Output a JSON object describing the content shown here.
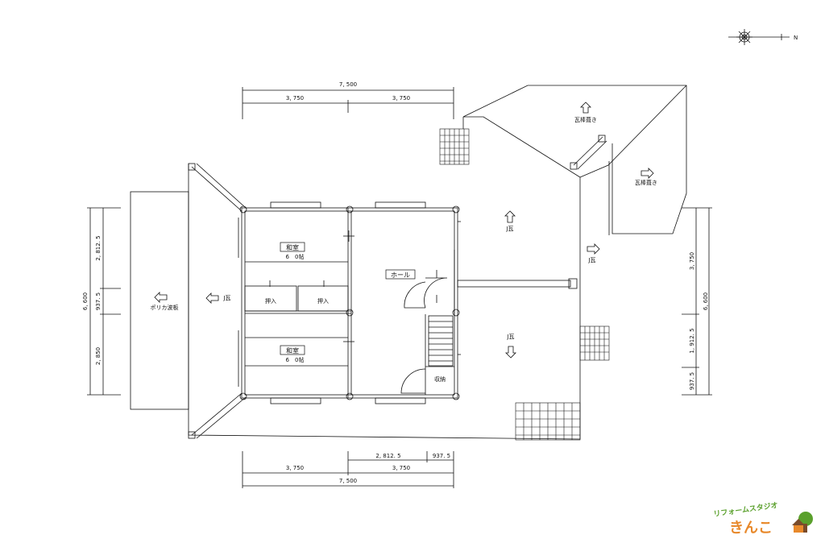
{
  "compass": {
    "north_label": "N"
  },
  "dimensions": {
    "top_total": "7, 500",
    "top_left": "3, 750",
    "top_right": "3, 750",
    "bottom_total": "7, 500",
    "bottom_left": "3, 750",
    "bottom_right": "3, 750",
    "bottom_upper_a": "2, 812. 5",
    "bottom_upper_b": "937. 5",
    "left_total": "6, 600",
    "left_a": "2, 812. 5",
    "left_b": "937. 5",
    "left_c": "2, 850",
    "right_total": "6, 600",
    "right_a": "3, 750",
    "right_b": "1, 912. 5",
    "right_c": "937. 5"
  },
  "rooms": {
    "washitsu_upper": {
      "name": "和室",
      "size": "6　0帖"
    },
    "washitsu_lower": {
      "name": "和室",
      "size": "6　0帖"
    },
    "oshiire_left": "押入",
    "oshiire_right": "押入",
    "hall": "ホール",
    "storage": "収納"
  },
  "roof_labels": {
    "kawara_top": "瓦棒葺き",
    "kawara_right": "瓦棒葺き",
    "j_center_top": "J瓦",
    "j_right": "J瓦",
    "j_left": "J瓦",
    "j_center_bottom": "J瓦",
    "polycarbonate": "ポリカ波板"
  },
  "logo": {
    "tagline": "リフォームスタジオ",
    "name": "きんこ"
  },
  "colors": {
    "line": "#111111",
    "logo_green": "#5aa02c",
    "logo_orange": "#e8892b",
    "logo_brown": "#7a4b2a"
  }
}
